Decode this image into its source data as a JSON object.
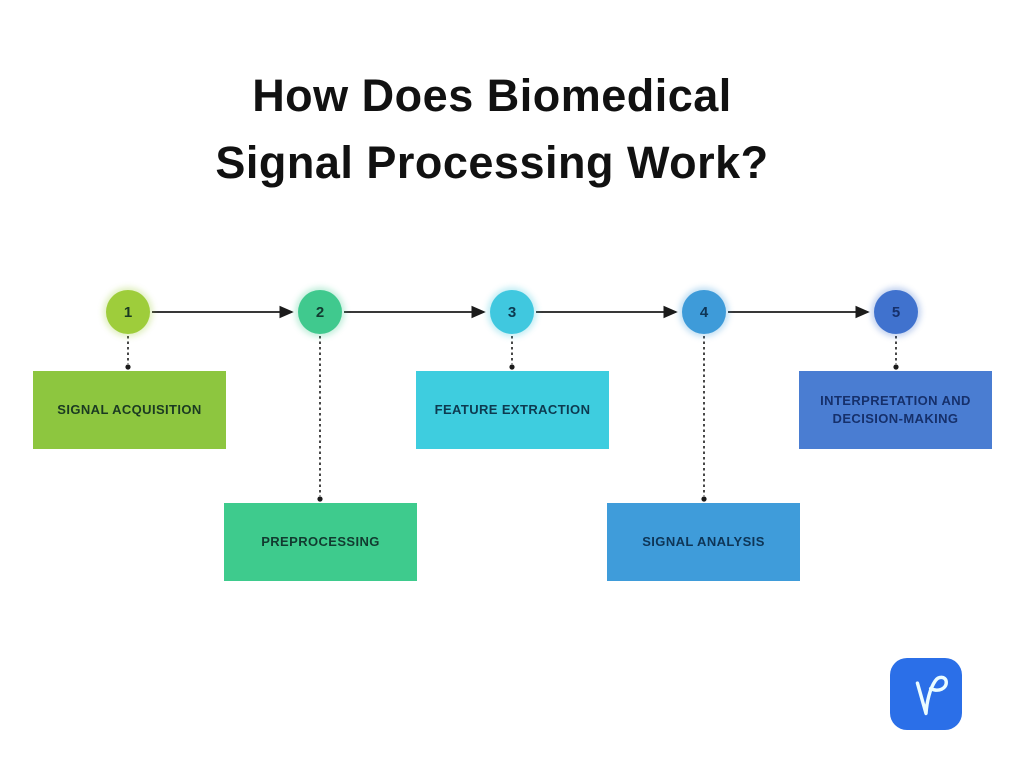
{
  "title": {
    "line1": "How Does Biomedical",
    "line2": "Signal Processing Work?",
    "color": "#111111"
  },
  "background_color": "#ffffff",
  "connector_color": "#1b1b1b",
  "steps": [
    {
      "number": "1",
      "label": "SIGNAL ACQUISITION",
      "circle_color": "#9ecd3b",
      "box_color": "#8dc63f",
      "label_color": "#1b3a22",
      "position": "top"
    },
    {
      "number": "2",
      "label": "PREPROCESSING",
      "circle_color": "#40c98e",
      "box_color": "#3ecb8d",
      "label_color": "#123b30",
      "position": "bottom"
    },
    {
      "number": "3",
      "label": "FEATURE EXTRACTION",
      "circle_color": "#40c8df",
      "box_color": "#3ecddf",
      "label_color": "#0d3a50",
      "position": "top"
    },
    {
      "number": "4",
      "label": "SIGNAL ANALYSIS",
      "circle_color": "#3e9bd9",
      "box_color": "#3f9cda",
      "label_color": "#0e3556",
      "position": "bottom"
    },
    {
      "number": "5",
      "label": "INTERPRETATION AND DECISION-MAKING",
      "circle_color": "#4072ce",
      "box_color": "#4a7dd2",
      "label_color": "#16306b",
      "position": "top"
    }
  ],
  "logo": {
    "icon": "squiggle-logo-icon",
    "background_color": "#2b6fe8",
    "stroke_color": "#eafcff"
  }
}
